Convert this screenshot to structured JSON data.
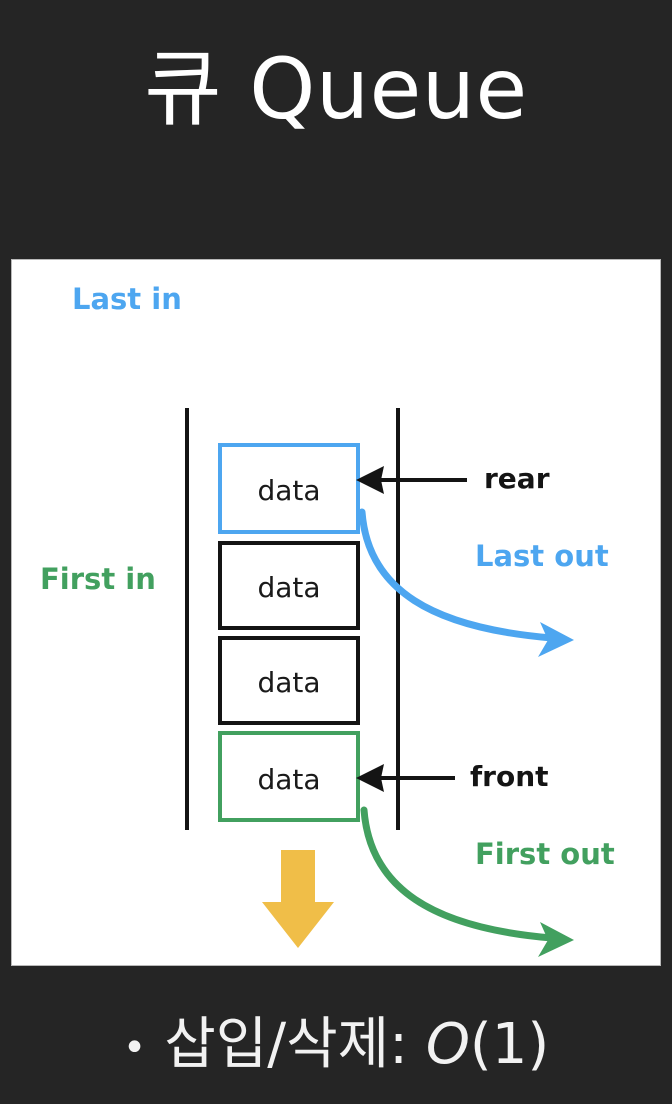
{
  "theme": {
    "background": "#252525",
    "panel_background": "#ffffff",
    "title_color": "#ffffff",
    "blue": "#4da6f0",
    "green": "#42a05f",
    "amber": "#f0be48",
    "black": "#141414"
  },
  "header": {
    "title": "큐 Queue"
  },
  "diagram": {
    "name": "queue-fifo-diagram",
    "labels": {
      "last_in": "Last in",
      "first_in": "First in",
      "last_out": "Last out",
      "first_out": "First out",
      "rear": "rear",
      "front": "front"
    },
    "boxes": [
      {
        "text": "data",
        "border": "blue"
      },
      {
        "text": "data",
        "border": "black"
      },
      {
        "text": "data",
        "border": "black"
      },
      {
        "text": "data",
        "border": "green"
      }
    ]
  },
  "caption": {
    "bullet": "•",
    "text": "삽입/삭제: ",
    "complexity_symbol": "O",
    "complexity_arg": "(1)"
  },
  "chart_data": {
    "type": "diagram",
    "title": "큐 Queue",
    "structure": "FIFO queue with 4 elements",
    "elements": [
      "data",
      "data",
      "data",
      "data"
    ],
    "pointers": [
      {
        "name": "rear",
        "points_to_index": 0,
        "direction": "left",
        "color": "#141414"
      },
      {
        "name": "front",
        "points_to_index": 3,
        "direction": "left",
        "color": "#141414"
      }
    ],
    "annotations": [
      {
        "text": "Last in",
        "color": "#4da6f0",
        "relates_to": "rear/top element"
      },
      {
        "text": "Last out",
        "color": "#4da6f0",
        "relates_to": "top element exit"
      },
      {
        "text": "First in",
        "color": "#42a05f",
        "relates_to": "front/bottom element"
      },
      {
        "text": "First out",
        "color": "#42a05f",
        "relates_to": "bottom element exit"
      }
    ],
    "flow_arrows": [
      {
        "color": "#4da6f0",
        "from": "top element",
        "to": "right",
        "label": "Last out"
      },
      {
        "color": "#42a05f",
        "from": "bottom element",
        "to": "right",
        "label": "First out"
      },
      {
        "color": "#f0be48",
        "direction": "down",
        "label": ""
      }
    ],
    "complexity": {
      "operation": "삽입/삭제",
      "value": "O(1)"
    }
  }
}
